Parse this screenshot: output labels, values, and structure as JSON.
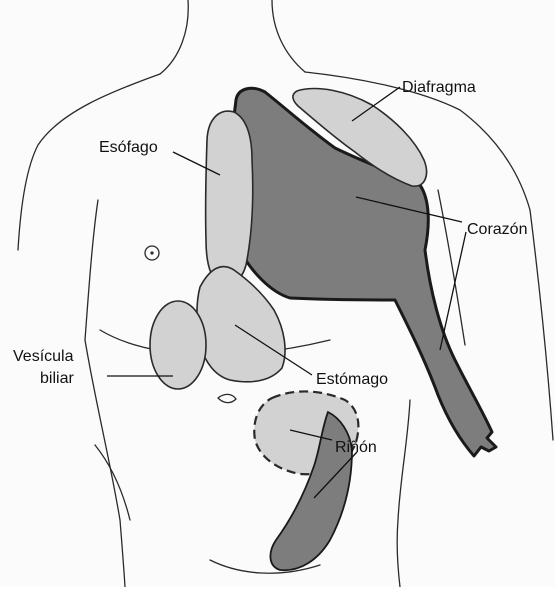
{
  "labels": {
    "diafragma": "Diafragma",
    "esofago": "Esófago",
    "corazon": "Corazón",
    "vesicula_line1": "Vesícula",
    "vesicula_line2": "biliar",
    "estomago": "Estómago",
    "rinon": "Riñón"
  },
  "colors": {
    "dark_region": "#7d7d7d",
    "light_region": "#d2d2d2",
    "outline": "#2a2a2a",
    "text": "#111111"
  }
}
